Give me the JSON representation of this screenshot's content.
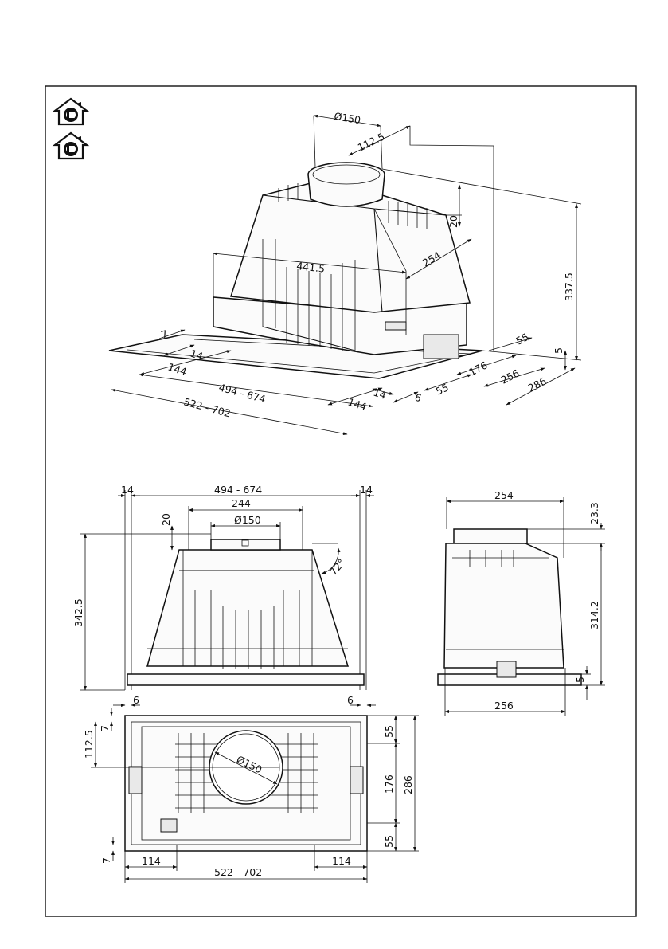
{
  "symbols": [
    {
      "name": "house-recirculation-icon"
    },
    {
      "name": "house-extraction-icon"
    }
  ],
  "iso_view": {
    "d150": "Ø150",
    "d112_5": "112.5",
    "d20": "20",
    "d441_5": "441.5",
    "d254": "254",
    "d337_5": "337.5",
    "d7": "7",
    "d14_left": "14",
    "d144_left": "144",
    "d494_674": "494  -  674",
    "d522_702": "522  -  702",
    "d55_top": "55",
    "d5": "5",
    "d176": "176",
    "d256": "256",
    "d286": "286",
    "d55_bottom": "55",
    "d14_right": "14",
    "d144_right": "144",
    "d6": "6"
  },
  "front_view": {
    "d14_left": "14",
    "d494_674": "494  -  674",
    "d14_right": "14",
    "d244": "244",
    "d20": "20",
    "d150": "Ø150",
    "d342_5": "342.5",
    "angle": "72°"
  },
  "side_view": {
    "d254": "254",
    "d23_3": "23.3",
    "d314_2": "314.2",
    "d5": "5",
    "d256": "256"
  },
  "bottom_view": {
    "d6_left": "6",
    "d6_right": "6",
    "d7_top": "7",
    "d112_5": "112.5",
    "d150": "Ø150",
    "d55_top": "55",
    "d176": "176",
    "d286": "286",
    "d55_bottom": "55",
    "d7_bottom": "7",
    "d114_left": "114",
    "d114_right": "114",
    "d522_702": "522  -  702"
  }
}
